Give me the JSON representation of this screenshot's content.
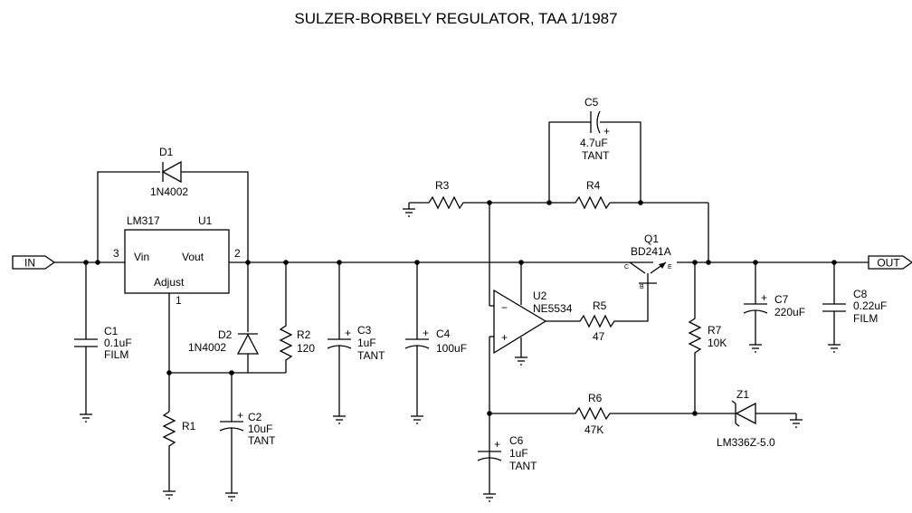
{
  "title": "SULZER-BORBELY REGULATOR, TAA 1/1987",
  "ports": {
    "in": "IN",
    "out": "OUT"
  },
  "u1": {
    "part": "LM317",
    "ref": "U1",
    "vin": "Vin",
    "vout": "Vout",
    "adjust": "Adjust",
    "pin_in": "3",
    "pin_out": "2",
    "pin_adj": "1"
  },
  "d1": {
    "ref": "D1",
    "value": "1N4002"
  },
  "d2": {
    "ref": "D2",
    "value": "1N4002"
  },
  "c1": {
    "ref": "C1",
    "value": "0.1uF",
    "type": "FILM"
  },
  "c2": {
    "ref": "C2",
    "value": "10uF",
    "type": "TANT"
  },
  "c3": {
    "ref": "C3",
    "value": "1uF",
    "type": "TANT"
  },
  "c4": {
    "ref": "C4",
    "value": "100uF"
  },
  "c5": {
    "ref": "C5",
    "value": "4.7uF",
    "type": "TANT"
  },
  "c6": {
    "ref": "C6",
    "value": "1uF",
    "type": "TANT"
  },
  "c7": {
    "ref": "C7",
    "value": "220uF"
  },
  "c8": {
    "ref": "C8",
    "value": "0.22uF",
    "type": "FILM"
  },
  "r1": {
    "ref": "R1"
  },
  "r2": {
    "ref": "R2",
    "value": "120"
  },
  "r3": {
    "ref": "R3"
  },
  "r4": {
    "ref": "R4"
  },
  "r5": {
    "ref": "R5",
    "value": "47"
  },
  "r6": {
    "ref": "R6",
    "value": "47K"
  },
  "r7": {
    "ref": "R7",
    "value": "10K"
  },
  "u2": {
    "ref": "U2",
    "part": "NE5534",
    "minus": "−",
    "plus": "+"
  },
  "q1": {
    "ref": "Q1",
    "part": "BD241A",
    "pin_c": "C",
    "pin_b": "B",
    "pin_e": "E"
  },
  "z1": {
    "ref": "Z1",
    "part": "LM336Z-5.0"
  },
  "polarity": "+"
}
